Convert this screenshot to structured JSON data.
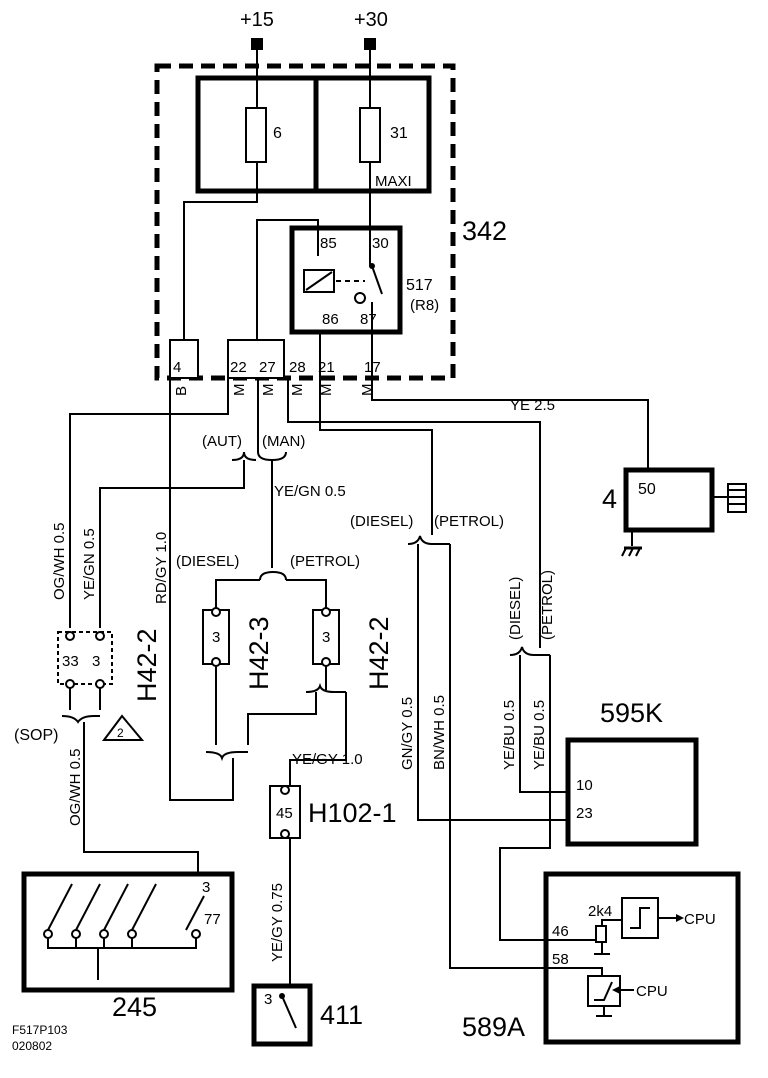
{
  "supply": {
    "plus15": "+15",
    "plus30": "+30"
  },
  "fuse_box": {
    "id": "342",
    "fuse_a": "6",
    "fuse_b": "31",
    "fuse_b_type": "MAXI",
    "pins": {
      "p4": "4",
      "p22": "22",
      "p27": "27",
      "p28": "28",
      "p21": "21",
      "p17": "17"
    },
    "pin_type_b": "B",
    "pin_type_m": "M"
  },
  "relay": {
    "id": "517",
    "ref": "(R8)",
    "p85": "85",
    "p30": "30",
    "p86": "86",
    "p87": "87"
  },
  "component_4": {
    "id": "4",
    "pin": "50"
  },
  "component_595k": {
    "id": "595K",
    "pin10": "10",
    "pin23": "23"
  },
  "component_589a": {
    "id": "589A",
    "pin46": "46",
    "pin58": "58",
    "resistor": "2k4",
    "cpu1": "CPU",
    "cpu2": "CPU"
  },
  "component_245": {
    "id": "245",
    "pin3": "3",
    "pin77": "77"
  },
  "component_411": {
    "id": "411",
    "pin": "3"
  },
  "connector_h42_2_left": {
    "id": "H42-2",
    "pin33": "33",
    "pin3": "3"
  },
  "connector_h42_3": {
    "id": "H42-3",
    "pin": "3"
  },
  "connector_h42_2_right": {
    "id": "H42-2",
    "pin": "3"
  },
  "connector_h102_1": {
    "id": "H102-1",
    "pin": "45"
  },
  "wires": {
    "ye_25": "YE   2.5",
    "og_wh_05_top": "OG/WH  0.5",
    "ye_gn_05_left": "YE/GN  0.5",
    "rd_gy_10": "RD/GY  1.0",
    "ye_gn_05": "YE/GN  0.5",
    "ye_gy_10": "YE/GY  1.0",
    "og_wh_05_bottom": "OG/WH  0.5",
    "ye_gy_075": "YE/GY  0.75",
    "gn_gy_05": "GN/GY  0.5",
    "bn_wh_05": "BN/WH  0.5",
    "ye_bu_05_a": "YE/BU  0.5",
    "ye_bu_05_b": "YE/BU  0.5"
  },
  "variants": {
    "aut": "(AUT)",
    "man": "(MAN)",
    "diesel_1": "(DIESEL)",
    "petrol_1": "(PETROL)",
    "diesel_2": "(DIESEL)",
    "petrol_2": "(PETROL)",
    "diesel_3": "(DIESEL)",
    "petrol_3": "(PETROL)",
    "sop": "(SOP)",
    "note": "2"
  },
  "footer": {
    "line1": "F517P103",
    "line2": "020802"
  }
}
